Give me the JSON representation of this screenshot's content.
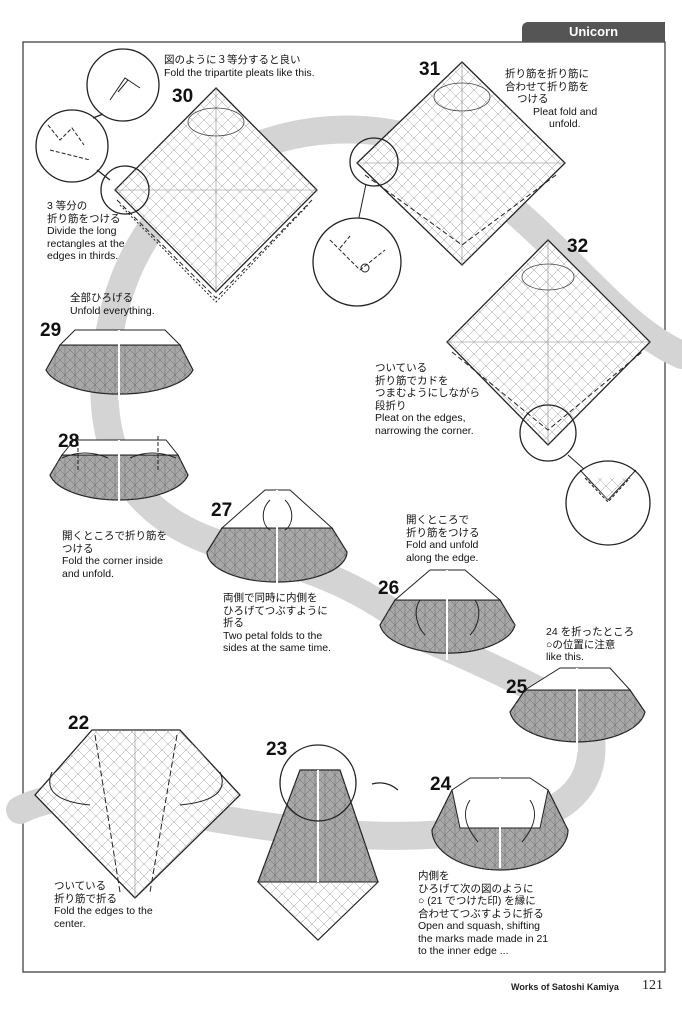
{
  "header": {
    "title": "Unicorn"
  },
  "steps": [
    {
      "num": "30",
      "notes": [
        {
          "lines": [
            "図のように３等分すると良い",
            "Fold the tripartite pleats like this."
          ]
        },
        {
          "lines": [
            "3 等分の",
            "折り筋をつける",
            "Divide the long",
            "rectangles at the",
            "edges in thirds."
          ]
        }
      ]
    },
    {
      "num": "31",
      "notes": [
        {
          "lines": [
            "折り筋を折り筋に",
            "合わせて折り筋を",
            "つける",
            "Pleat fold and",
            "unfold."
          ]
        }
      ]
    },
    {
      "num": "32",
      "notes": [
        {
          "lines": [
            "ついている",
            "折り筋でカドを",
            "つまむようにしながら",
            "段折り",
            "Pleat on the edges,",
            "narrowing the corner."
          ]
        }
      ]
    },
    {
      "num": "29",
      "notes": [
        {
          "lines": [
            "全部ひろげる",
            "Unfold everything."
          ]
        }
      ]
    },
    {
      "num": "28",
      "notes": [
        {
          "lines": [
            "開くところで折り筋を",
            "つける",
            "Fold the corner inside",
            "and unfold."
          ]
        }
      ]
    },
    {
      "num": "27",
      "notes": [
        {
          "lines": [
            "両側で同時に内側を",
            "ひろげてつぶすように",
            "折る",
            "Two petal folds to the",
            "sides at the same time."
          ]
        }
      ]
    },
    {
      "num": "26",
      "notes": [
        {
          "lines": [
            "開くところで",
            "折り筋をつける",
            "Fold and unfold",
            "along the edge."
          ]
        }
      ]
    },
    {
      "num": "25",
      "notes": [
        {
          "lines": [
            "24 を折ったところ",
            "○の位置に注意",
            "like this."
          ]
        }
      ]
    },
    {
      "num": "24",
      "notes": [
        {
          "lines": [
            "内側を",
            "ひろげて次の図のように",
            "○ (21 でつけた印) を縁に",
            "合わせてつぶすように折る",
            "Open and squash, shifting",
            "the marks made made in 21",
            "to the inner edge ..."
          ]
        }
      ]
    },
    {
      "num": "23",
      "notes": []
    },
    {
      "num": "22",
      "notes": [
        {
          "lines": [
            "ついている",
            "折り筋で折る",
            "Fold the edges to the",
            "center."
          ]
        }
      ]
    }
  ],
  "footer": {
    "book": "Works of Satoshi Kamiya",
    "page": "121"
  }
}
